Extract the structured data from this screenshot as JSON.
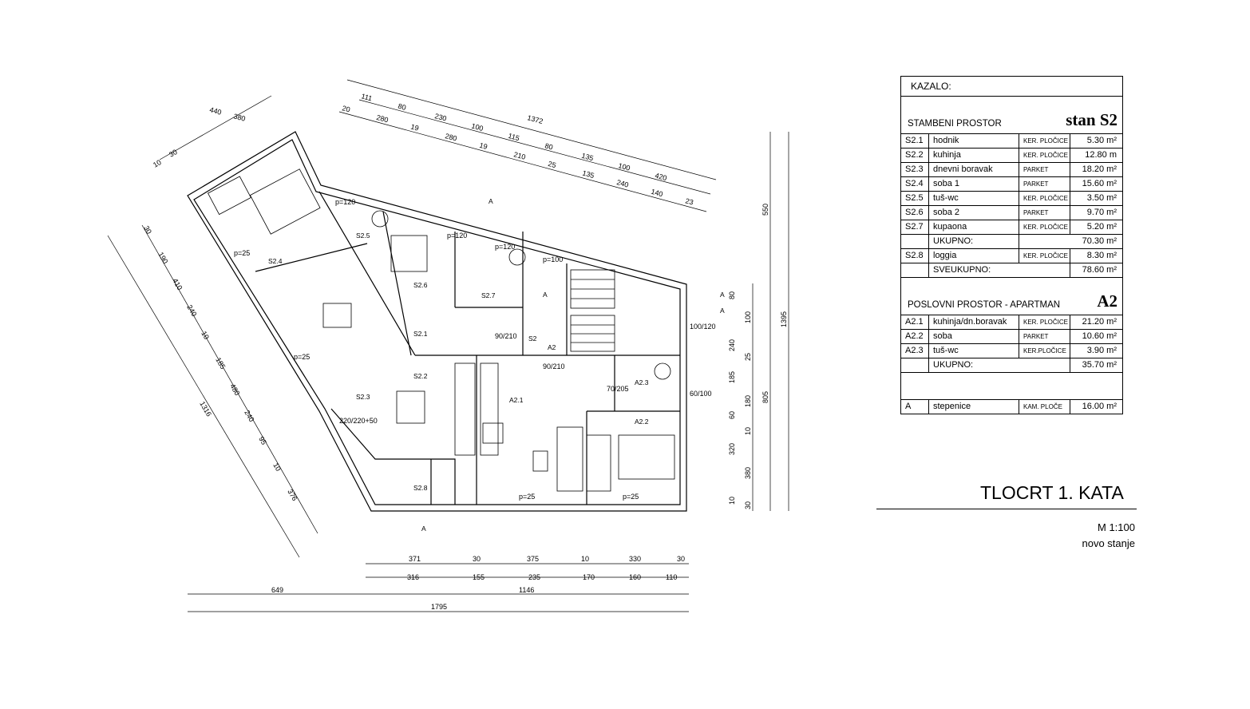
{
  "legend": {
    "title": "KAZALO:",
    "residential": {
      "name": "STAMBENI PROSTOR",
      "code": "stan S2",
      "rooms": [
        {
          "id": "S2.1",
          "name": "hodnik",
          "material": "KER. PLOČICE",
          "area": "5.30 m²"
        },
        {
          "id": "S2.2",
          "name": "kuhinja",
          "material": "KER. PLOČICE",
          "area": "12.80 m"
        },
        {
          "id": "S2.3",
          "name": "dnevni boravak",
          "material": "PARKET",
          "area": "18.20 m²"
        },
        {
          "id": "S2.4",
          "name": "soba 1",
          "material": "PARKET",
          "area": "15.60 m²"
        },
        {
          "id": "S2.5",
          "name": "tuš-wc",
          "material": "KER. PLOČICE",
          "area": "3.50 m²"
        },
        {
          "id": "S2.6",
          "name": "soba 2",
          "material": "PARKET",
          "area": "9.70 m²"
        },
        {
          "id": "S2.7",
          "name": "kupaona",
          "material": "KER. PLOČICE",
          "area": "5.20 m²"
        }
      ],
      "subtotal_label": "UKUPNO:",
      "subtotal": "70.30 m²",
      "loggia": {
        "id": "S2.8",
        "name": "loggia",
        "material": "KER. PLOČICE",
        "area": "8.30 m²"
      },
      "total_label": "SVEUKUPNO:",
      "total": "78.60 m²"
    },
    "business": {
      "name": "POSLOVNI PROSTOR - APARTMAN",
      "code": "A2",
      "rooms": [
        {
          "id": "A2.1",
          "name": "kuhinja/dn.boravak",
          "material": "KER. PLOČICE",
          "area": "21.20 m²"
        },
        {
          "id": "A2.2",
          "name": "soba",
          "material": "PARKET",
          "area": "10.60 m²"
        },
        {
          "id": "A2.3",
          "name": "tuš-wc",
          "material": "KER.PLOČICE",
          "area": "3.90 m²"
        }
      ],
      "subtotal_label": "UKUPNO:",
      "subtotal": "35.70 m²"
    },
    "stairs": {
      "id": "A",
      "name": "stepenice",
      "material": "KAM. PLOČE",
      "area": "16.00 m²"
    }
  },
  "sheet": {
    "title": "TLOCRT 1. KATA",
    "scale": "M 1:100",
    "state": "novo stanje"
  },
  "plan": {
    "room_labels": [
      "S2.4",
      "S2.5",
      "S2.6",
      "S2.7",
      "A",
      "S2.1",
      "S2.3",
      "S2.2",
      "A2.1",
      "A2.3",
      "A2.2",
      "S2.8"
    ],
    "unit_tags": [
      "S2",
      "A2"
    ],
    "section_marks": [
      "A",
      "A",
      "A",
      "A"
    ],
    "dims_bottom_1": [
      "371",
      "30",
      "375",
      "10",
      "330",
      "30"
    ],
    "dims_bottom_2": [
      "316",
      "155",
      "235",
      "170",
      "160",
      "110"
    ],
    "dims_bottom_3": [
      "649",
      "1146"
    ],
    "dims_bottom_4": [
      "1795"
    ],
    "dims_top_overall": "1372",
    "dims_top_1": [
      "111",
      "80",
      "230",
      "100",
      "115",
      "80",
      "135",
      "100",
      "420"
    ],
    "dims_top_2": [
      "20",
      "280",
      "19",
      "280",
      "19",
      "210",
      "25",
      "135",
      "240",
      "140",
      "23"
    ],
    "dims_left_top": [
      "440",
      "380",
      "10",
      "30"
    ],
    "dims_left_overall": "1316",
    "dims_left_1": [
      "30",
      "190",
      "410",
      "240",
      "10",
      "185",
      "480",
      "240",
      "95",
      "10",
      "376"
    ],
    "dims_right_1": [
      "80",
      "100",
      "240",
      "25",
      "185",
      "180",
      "60",
      "10",
      "320",
      "380",
      "10",
      "30"
    ],
    "dims_right_2": [
      "550",
      "805"
    ],
    "dims_right_overall": "1395",
    "openings": [
      "p=120",
      "p=120",
      "p=120",
      "p=100",
      "p=25",
      "p=25",
      "p=25",
      "p=25",
      "90/210",
      "90/210",
      "70/205",
      "60/100",
      "100/120",
      "220/220+50"
    ]
  }
}
